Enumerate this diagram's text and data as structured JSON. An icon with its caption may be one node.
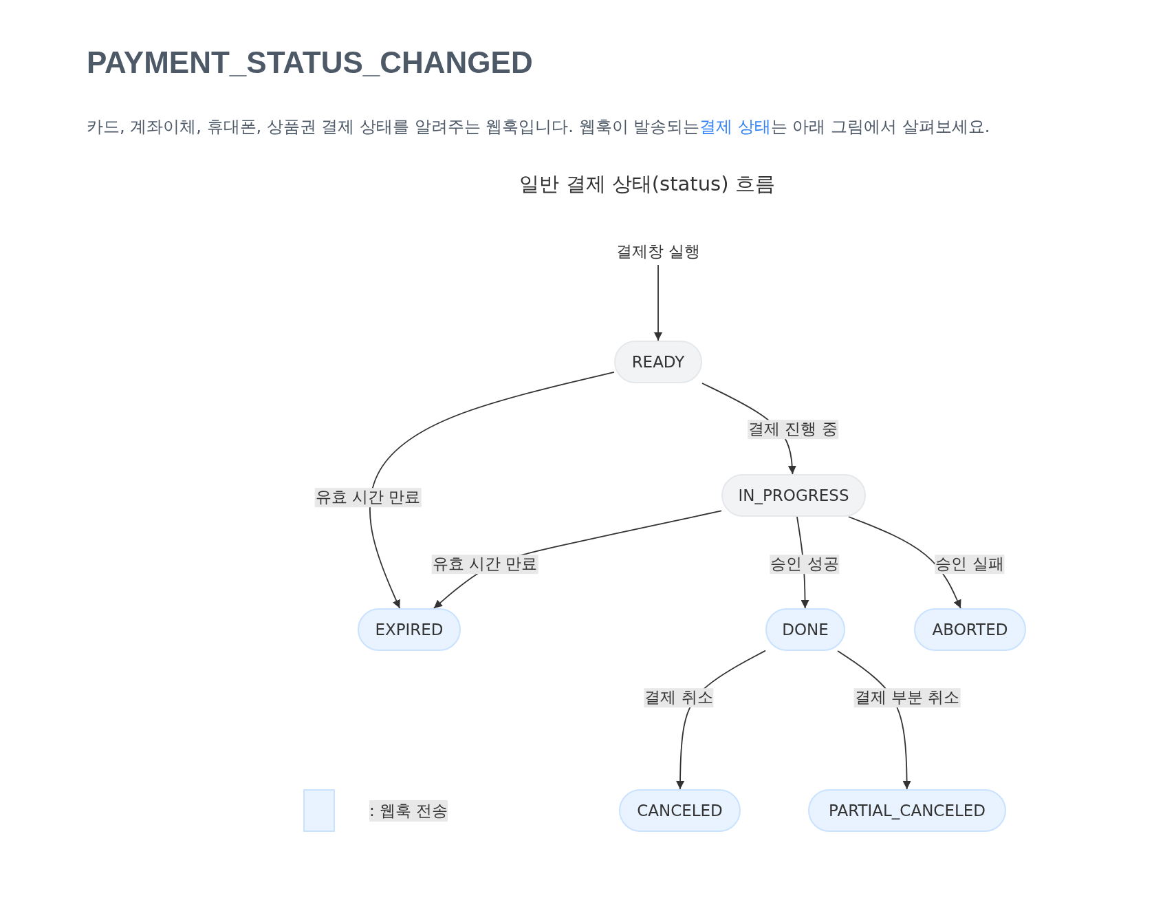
{
  "diagram": {
    "title": "PAYMENT_STATUS_CHANGED",
    "nodes": [
      {
        "text": [
          "결제창 실행"
        ]
      },
      {
        "text": [
          "READY"
        ]
      },
      {
        "text": [
          "IN_PROGRESS"
        ]
      },
      {
        "text": [
          "EXPIRED"
        ]
      },
      {
        "text": [
          "DONE"
        ]
      },
      {
        "text": [
          "ABORTED"
        ]
      },
      {
        "text": [
          "CANCELED"
        ]
      },
      {
        "text": [
          "PARTIAL_CANCELED"
        ]
      }
    ],
    "edges": [
      {
        "from": 0,
        "to": 1,
        "arrow": "to"
      },
      {
        "from": 1,
        "to": 3,
        "arrow": "to",
        "label": "유효 시간 만료"
      },
      {
        "from": 1,
        "to": 2,
        "arrow": "to",
        "label": "결제 진행 중"
      },
      {
        "from": 2,
        "to": 3,
        "arrow": "to",
        "label": "유효 시간 만료"
      },
      {
        "from": 2,
        "to": 4,
        "arrow": "to",
        "label": "승인 성공"
      },
      {
        "from": 2,
        "to": 5,
        "arrow": "to",
        "label": "승인 실패"
      },
      {
        "from": 4,
        "to": 6,
        "arrow": "to",
        "label": "결제 취소"
      },
      {
        "from": 4,
        "to": 7,
        "arrow": "to",
        "label": "결제 부분 취소"
      }
    ],
    "caption": "일반 결제 상태(status) 흐름",
    "labels": [
      "카드, 계좌이체, 휴대폰, 상품권 결제 상태를 알려주는 웹훅입니다. 웹훅이 발송되는",
      "결제 상태",
      "는 아래 그림에서 살펴보세요."
    ],
    "legend": [
      {
        "text": ": 웹훅 전송",
        "color": "#e8f3ff"
      }
    ]
  }
}
